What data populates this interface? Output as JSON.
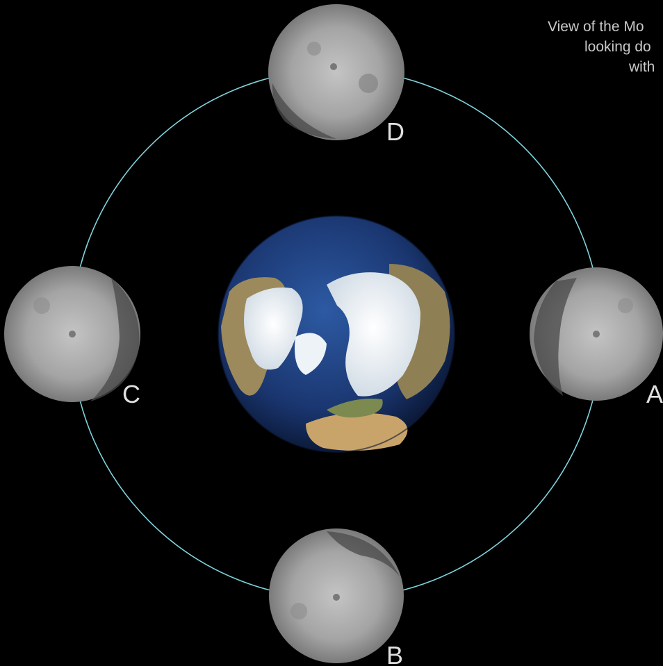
{
  "caption": {
    "line1": "View of the Mo",
    "line2": "looking do",
    "line3": "with"
  },
  "moons": [
    {
      "id": "A",
      "label": "A",
      "terminator_side": "left"
    },
    {
      "id": "B",
      "label": "B",
      "terminator_side": "top-right"
    },
    {
      "id": "C",
      "label": "C",
      "terminator_side": "right"
    },
    {
      "id": "D",
      "label": "D",
      "terminator_side": "bottom-left"
    }
  ],
  "colors": {
    "background": "#000000",
    "orbit": "#7fd3dc",
    "label": "#e0e0e0",
    "moon_light": "#c9c9c9",
    "moon_dark": "#4a4a4a",
    "ocean": "#1d3f7a",
    "land": "#9c8a5c",
    "ice": "#eef3f7"
  },
  "icons": {
    "earth": "earth-globe-icon",
    "moon": "moon-icon"
  }
}
